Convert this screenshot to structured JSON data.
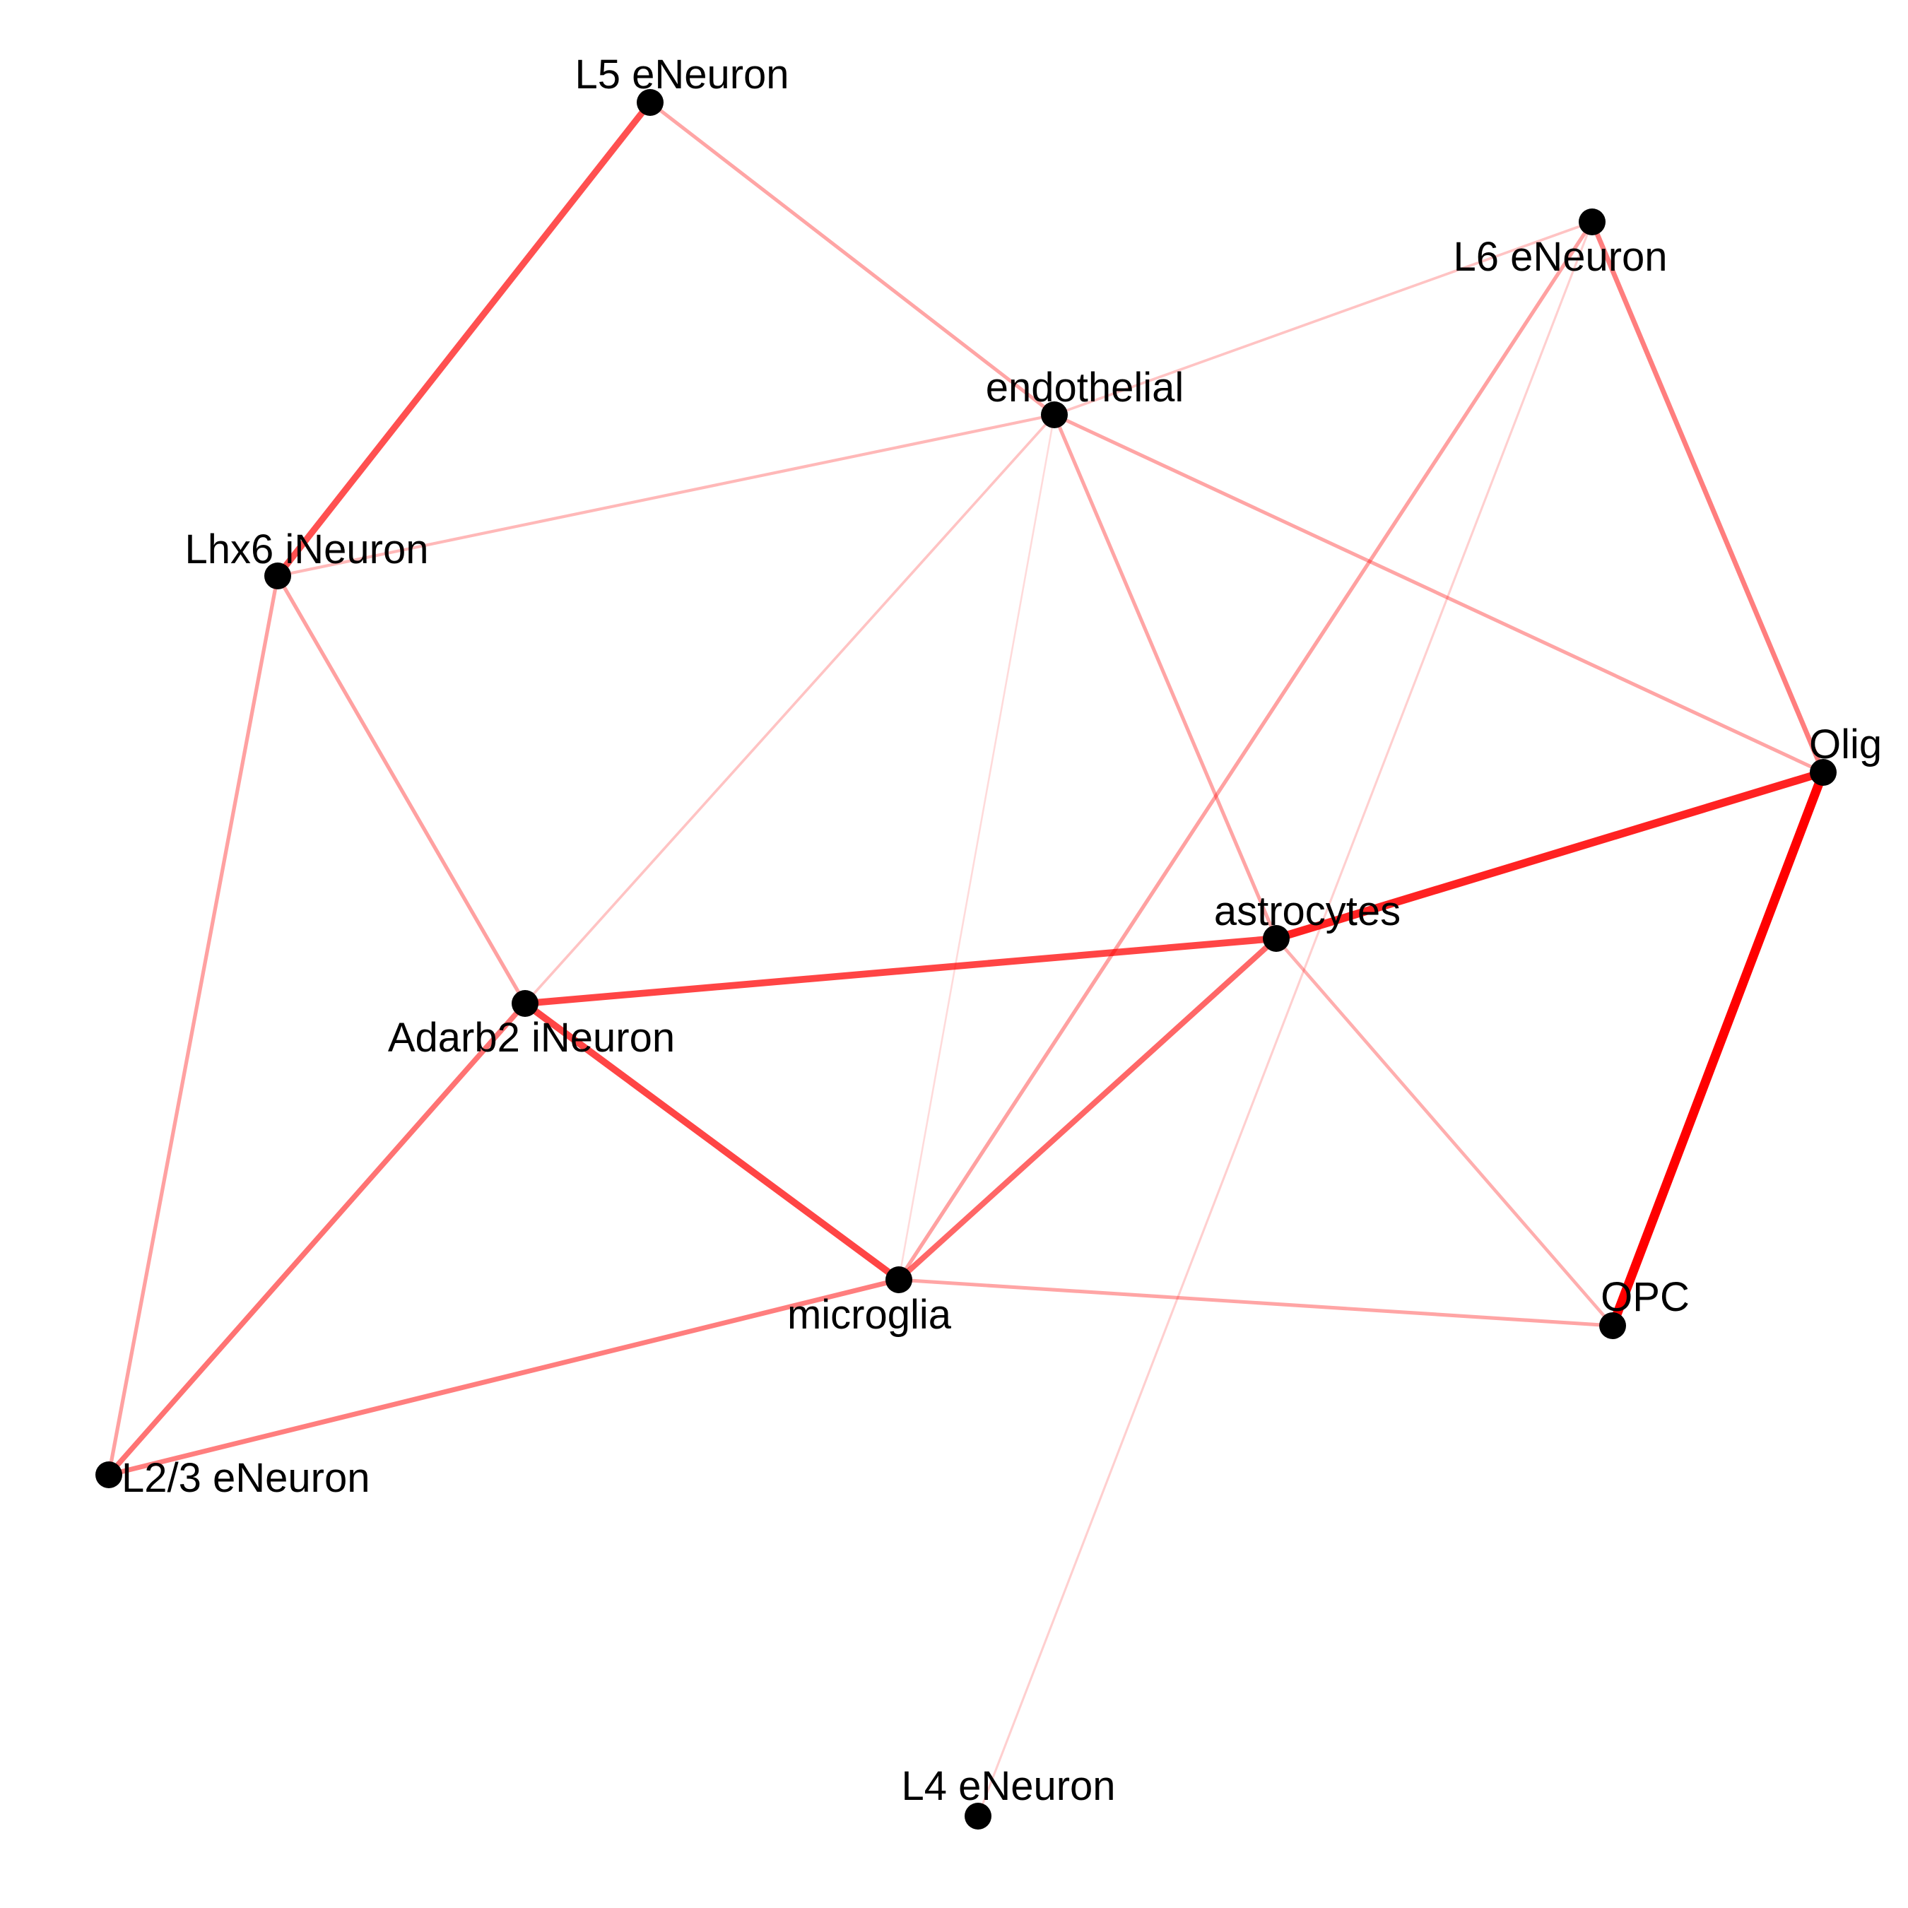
{
  "network": {
    "node_color": "#000000",
    "edge_color": "#ff0000",
    "nodes": [
      {
        "id": "L5",
        "label": "L5 eNeuron"
      },
      {
        "id": "L6",
        "label": "L6 eNeuron"
      },
      {
        "id": "ENDO",
        "label": "endothelial"
      },
      {
        "id": "LHX6",
        "label": "Lhx6 iNeuron"
      },
      {
        "id": "OLIG",
        "label": "Olig"
      },
      {
        "id": "ASTRO",
        "label": "astrocytes"
      },
      {
        "id": "ADARB2",
        "label": "Adarb2 iNeuron"
      },
      {
        "id": "MICRO",
        "label": "microglia"
      },
      {
        "id": "OPC",
        "label": "OPC"
      },
      {
        "id": "L23",
        "label": "L2/3 eNeuron"
      },
      {
        "id": "L4",
        "label": "L4 eNeuron"
      }
    ],
    "edges": [
      {
        "source": "OLIG",
        "target": "OPC",
        "weight": 1.0
      },
      {
        "source": "ASTRO",
        "target": "OLIG",
        "weight": 0.85
      },
      {
        "source": "ADARB2",
        "target": "ASTRO",
        "weight": 0.7
      },
      {
        "source": "ADARB2",
        "target": "MICRO",
        "weight": 0.7
      },
      {
        "source": "L5",
        "target": "LHX6",
        "weight": 0.65
      },
      {
        "source": "ASTRO",
        "target": "MICRO",
        "weight": 0.55
      },
      {
        "source": "ADARB2",
        "target": "L23",
        "weight": 0.5
      },
      {
        "source": "L6",
        "target": "OLIG",
        "weight": 0.45
      },
      {
        "source": "MICRO",
        "target": "L23",
        "weight": 0.45
      },
      {
        "source": "L6",
        "target": "MICRO",
        "weight": 0.3
      },
      {
        "source": "LHX6",
        "target": "L23",
        "weight": 0.3
      },
      {
        "source": "LHX6",
        "target": "ADARB2",
        "weight": 0.3
      },
      {
        "source": "L5",
        "target": "ENDO",
        "weight": 0.28
      },
      {
        "source": "ENDO",
        "target": "OLIG",
        "weight": 0.28
      },
      {
        "source": "ENDO",
        "target": "ASTRO",
        "weight": 0.28
      },
      {
        "source": "MICRO",
        "target": "OPC",
        "weight": 0.28
      },
      {
        "source": "ASTRO",
        "target": "OPC",
        "weight": 0.24
      },
      {
        "source": "ENDO",
        "target": "LHX6",
        "weight": 0.2
      },
      {
        "source": "L6",
        "target": "ENDO",
        "weight": 0.15
      },
      {
        "source": "ENDO",
        "target": "ADARB2",
        "weight": 0.15
      },
      {
        "source": "L6",
        "target": "L4",
        "weight": 0.1
      },
      {
        "source": "ENDO",
        "target": "MICRO",
        "weight": 0.05
      }
    ]
  }
}
